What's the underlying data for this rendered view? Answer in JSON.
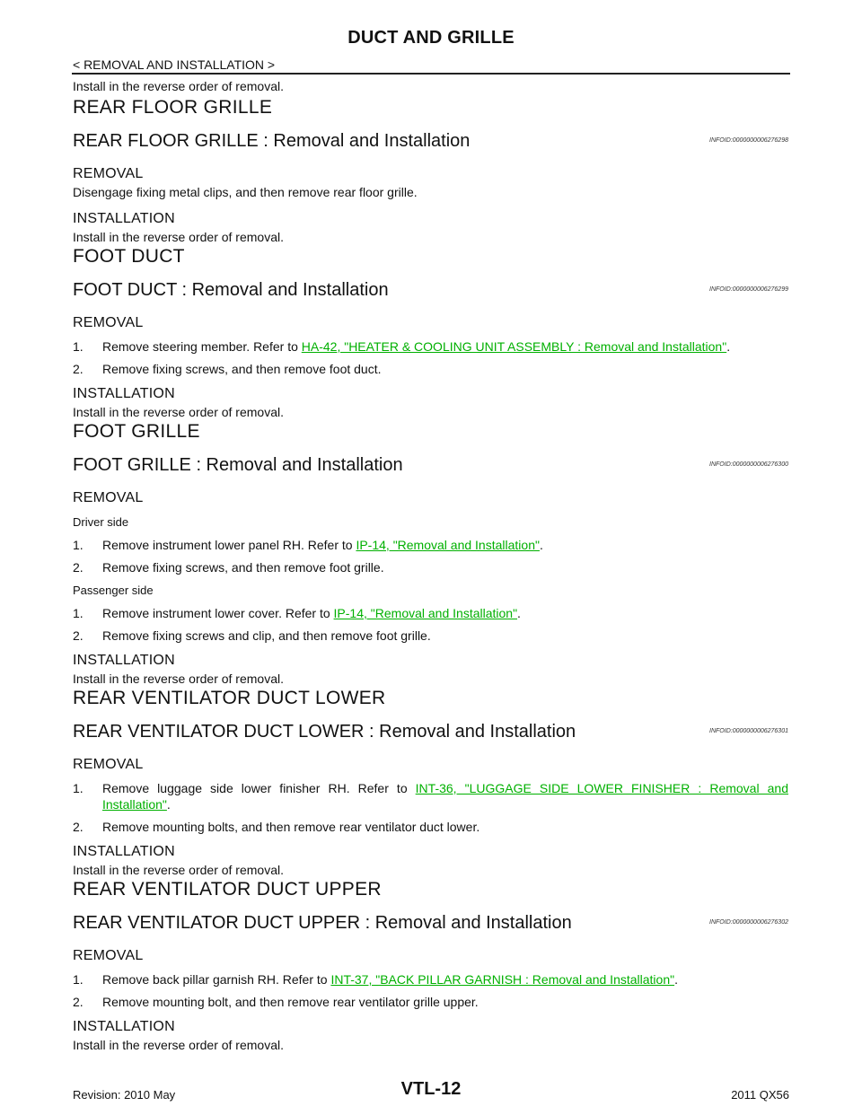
{
  "header": {
    "title": "DUCT AND GRILLE",
    "breadcrumb": "< REMOVAL AND INSTALLATION >"
  },
  "intro": "Install in the reverse order of removal.",
  "sections": {
    "rear_floor": {
      "title": "REAR FLOOR GRILLE",
      "subtitle": "REAR FLOOR GRILLE : Removal and Installation",
      "infoid": "INFOID:0000000006276298",
      "removal_heading": "REMOVAL",
      "removal_text": "Disengage fixing metal clips, and then remove rear floor grille.",
      "installation_heading": "INSTALLATION",
      "installation_text": "Install in the reverse order of removal."
    },
    "foot_duct": {
      "title": "FOOT DUCT",
      "subtitle": "FOOT DUCT : Removal and Installation",
      "infoid": "INFOID:0000000006276299",
      "removal_heading": "REMOVAL",
      "step1_num": "1.",
      "step1_text": "Remove steering member. Refer to ",
      "step1_link": "HA-42, \"HEATER & COOLING UNIT ASSEMBLY : Removal and Installation\"",
      "step1_end": ".",
      "step2_num": "2.",
      "step2_text": "Remove fixing screws, and then remove foot duct.",
      "installation_heading": "INSTALLATION",
      "installation_text": "Install in the reverse order of removal."
    },
    "foot_grille": {
      "title": "FOOT GRILLE",
      "subtitle": "FOOT GRILLE : Removal and Installation",
      "infoid": "INFOID:0000000006276300",
      "removal_heading": "REMOVAL",
      "driver_label": "Driver side",
      "d1_num": "1.",
      "d1_text": "Remove instrument lower panel RH. Refer to ",
      "d1_link": "IP-14, \"Removal and Installation\"",
      "d1_end": ".",
      "d2_num": "2.",
      "d2_text": "Remove fixing screws, and then remove foot grille.",
      "passenger_label": "Passenger side",
      "p1_num": "1.",
      "p1_text": "Remove instrument lower cover. Refer to ",
      "p1_link": "IP-14, \"Removal and Installation\"",
      "p1_end": ".",
      "p2_num": "2.",
      "p2_text": "Remove fixing screws and clip, and then remove foot grille.",
      "installation_heading": "INSTALLATION",
      "installation_text": "Install in the reverse order of removal."
    },
    "rear_vent_lower": {
      "title": "REAR VENTILATOR DUCT LOWER",
      "subtitle": "REAR VENTILATOR DUCT LOWER : Removal and Installation",
      "infoid": "INFOID:0000000006276301",
      "removal_heading": "REMOVAL",
      "step1_num": "1.",
      "step1_text": "Remove luggage side lower finisher RH. Refer to ",
      "step1_link": "INT-36, \"LUGGAGE SIDE LOWER FINISHER : Removal and Installation\"",
      "step1_end": ".",
      "step2_num": "2.",
      "step2_text": "Remove mounting bolts, and then remove rear ventilator duct lower.",
      "installation_heading": "INSTALLATION",
      "installation_text": "Install in the reverse order of removal."
    },
    "rear_vent_upper": {
      "title": "REAR VENTILATOR DUCT UPPER",
      "subtitle": "REAR VENTILATOR DUCT UPPER : Removal and Installation",
      "infoid": "INFOID:0000000006276302",
      "removal_heading": "REMOVAL",
      "step1_num": "1.",
      "step1_text": "Remove back pillar garnish RH. Refer to ",
      "step1_link": "INT-37, \"BACK PILLAR GARNISH : Removal and Installation\"",
      "step1_end": ".",
      "step2_num": "2.",
      "step2_text": "Remove mounting bolt, and then remove rear ventilator grille upper.",
      "installation_heading": "INSTALLATION",
      "installation_text": "Install in the reverse order of removal."
    }
  },
  "footer": {
    "revision": "Revision: 2010 May",
    "page_code": "VTL-12",
    "model": "2011 QX56"
  },
  "colors": {
    "link": "#00b000"
  }
}
